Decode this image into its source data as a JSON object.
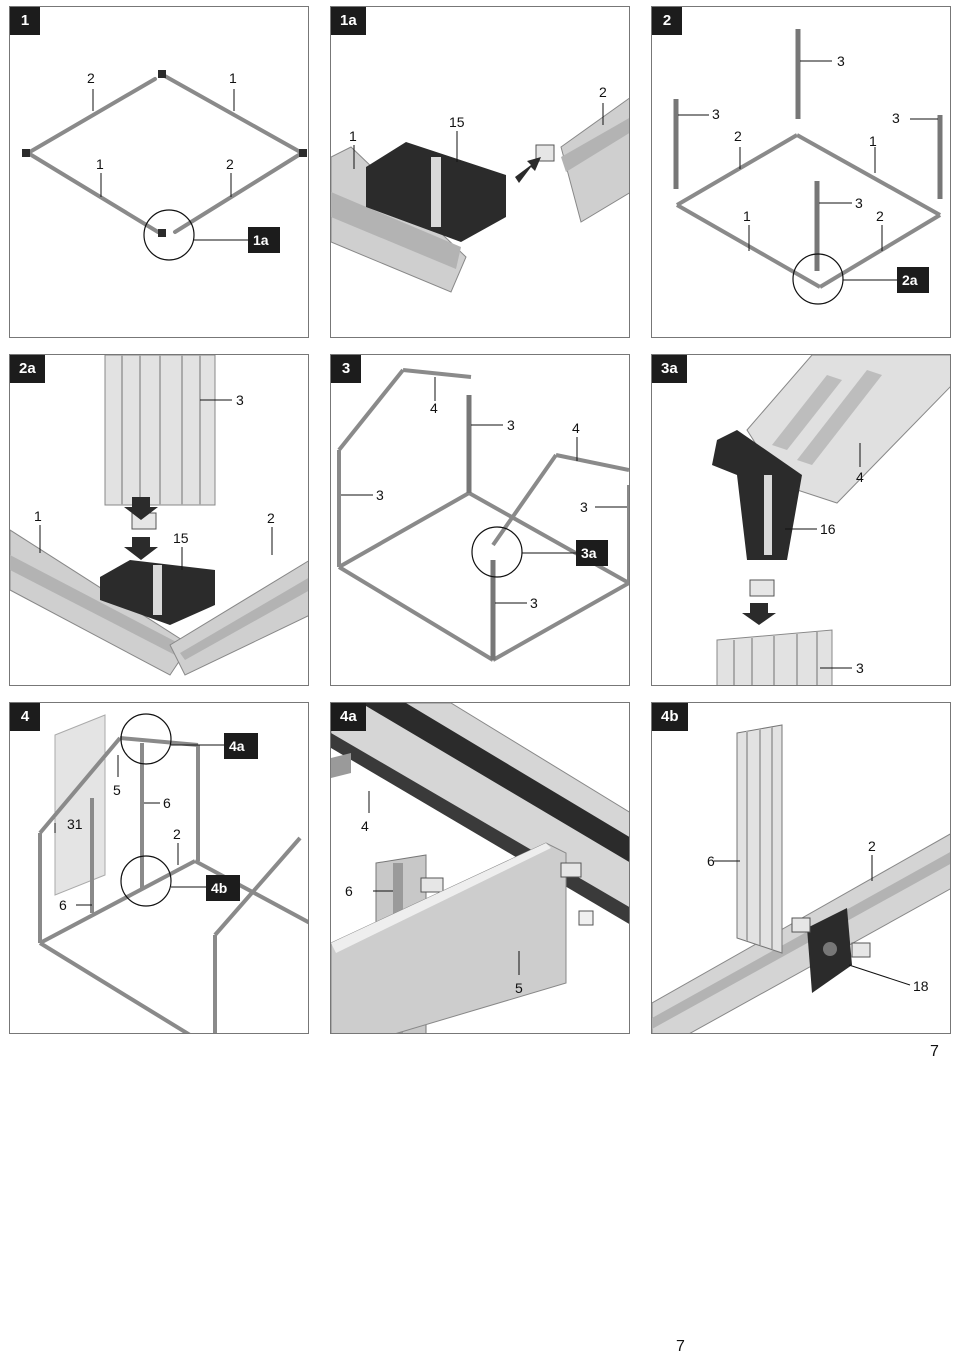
{
  "panels": [
    {
      "id": "1",
      "labels": [
        "2",
        "1",
        "1",
        "2"
      ],
      "callout": "1a"
    },
    {
      "id": "1a",
      "labels": [
        "1",
        "15",
        "2"
      ]
    },
    {
      "id": "2",
      "labels": [
        "3",
        "3",
        "3",
        "2",
        "1",
        "1",
        "3",
        "2"
      ],
      "callout": "2a"
    },
    {
      "id": "2a",
      "labels": [
        "3",
        "1",
        "15",
        "2"
      ]
    },
    {
      "id": "3",
      "labels": [
        "4",
        "3",
        "4",
        "3",
        "3",
        "3"
      ],
      "callout": "3a"
    },
    {
      "id": "3a",
      "labels": [
        "4",
        "16",
        "3"
      ]
    },
    {
      "id": "4",
      "labels": [
        "5",
        "6",
        "31",
        "2",
        "6"
      ],
      "callouts": [
        "4a",
        "4b"
      ]
    },
    {
      "id": "4a",
      "labels": [
        "4",
        "6",
        "5"
      ]
    },
    {
      "id": "4b",
      "labels": [
        "6",
        "2",
        "18"
      ]
    }
  ],
  "page_number_small": "7",
  "page_number": "7",
  "colors": {
    "dark_part": "#2b2b2b",
    "frame": "#8a8a8a",
    "profile_light": "#d9d9d9",
    "profile_mid": "#b3b3b3"
  }
}
